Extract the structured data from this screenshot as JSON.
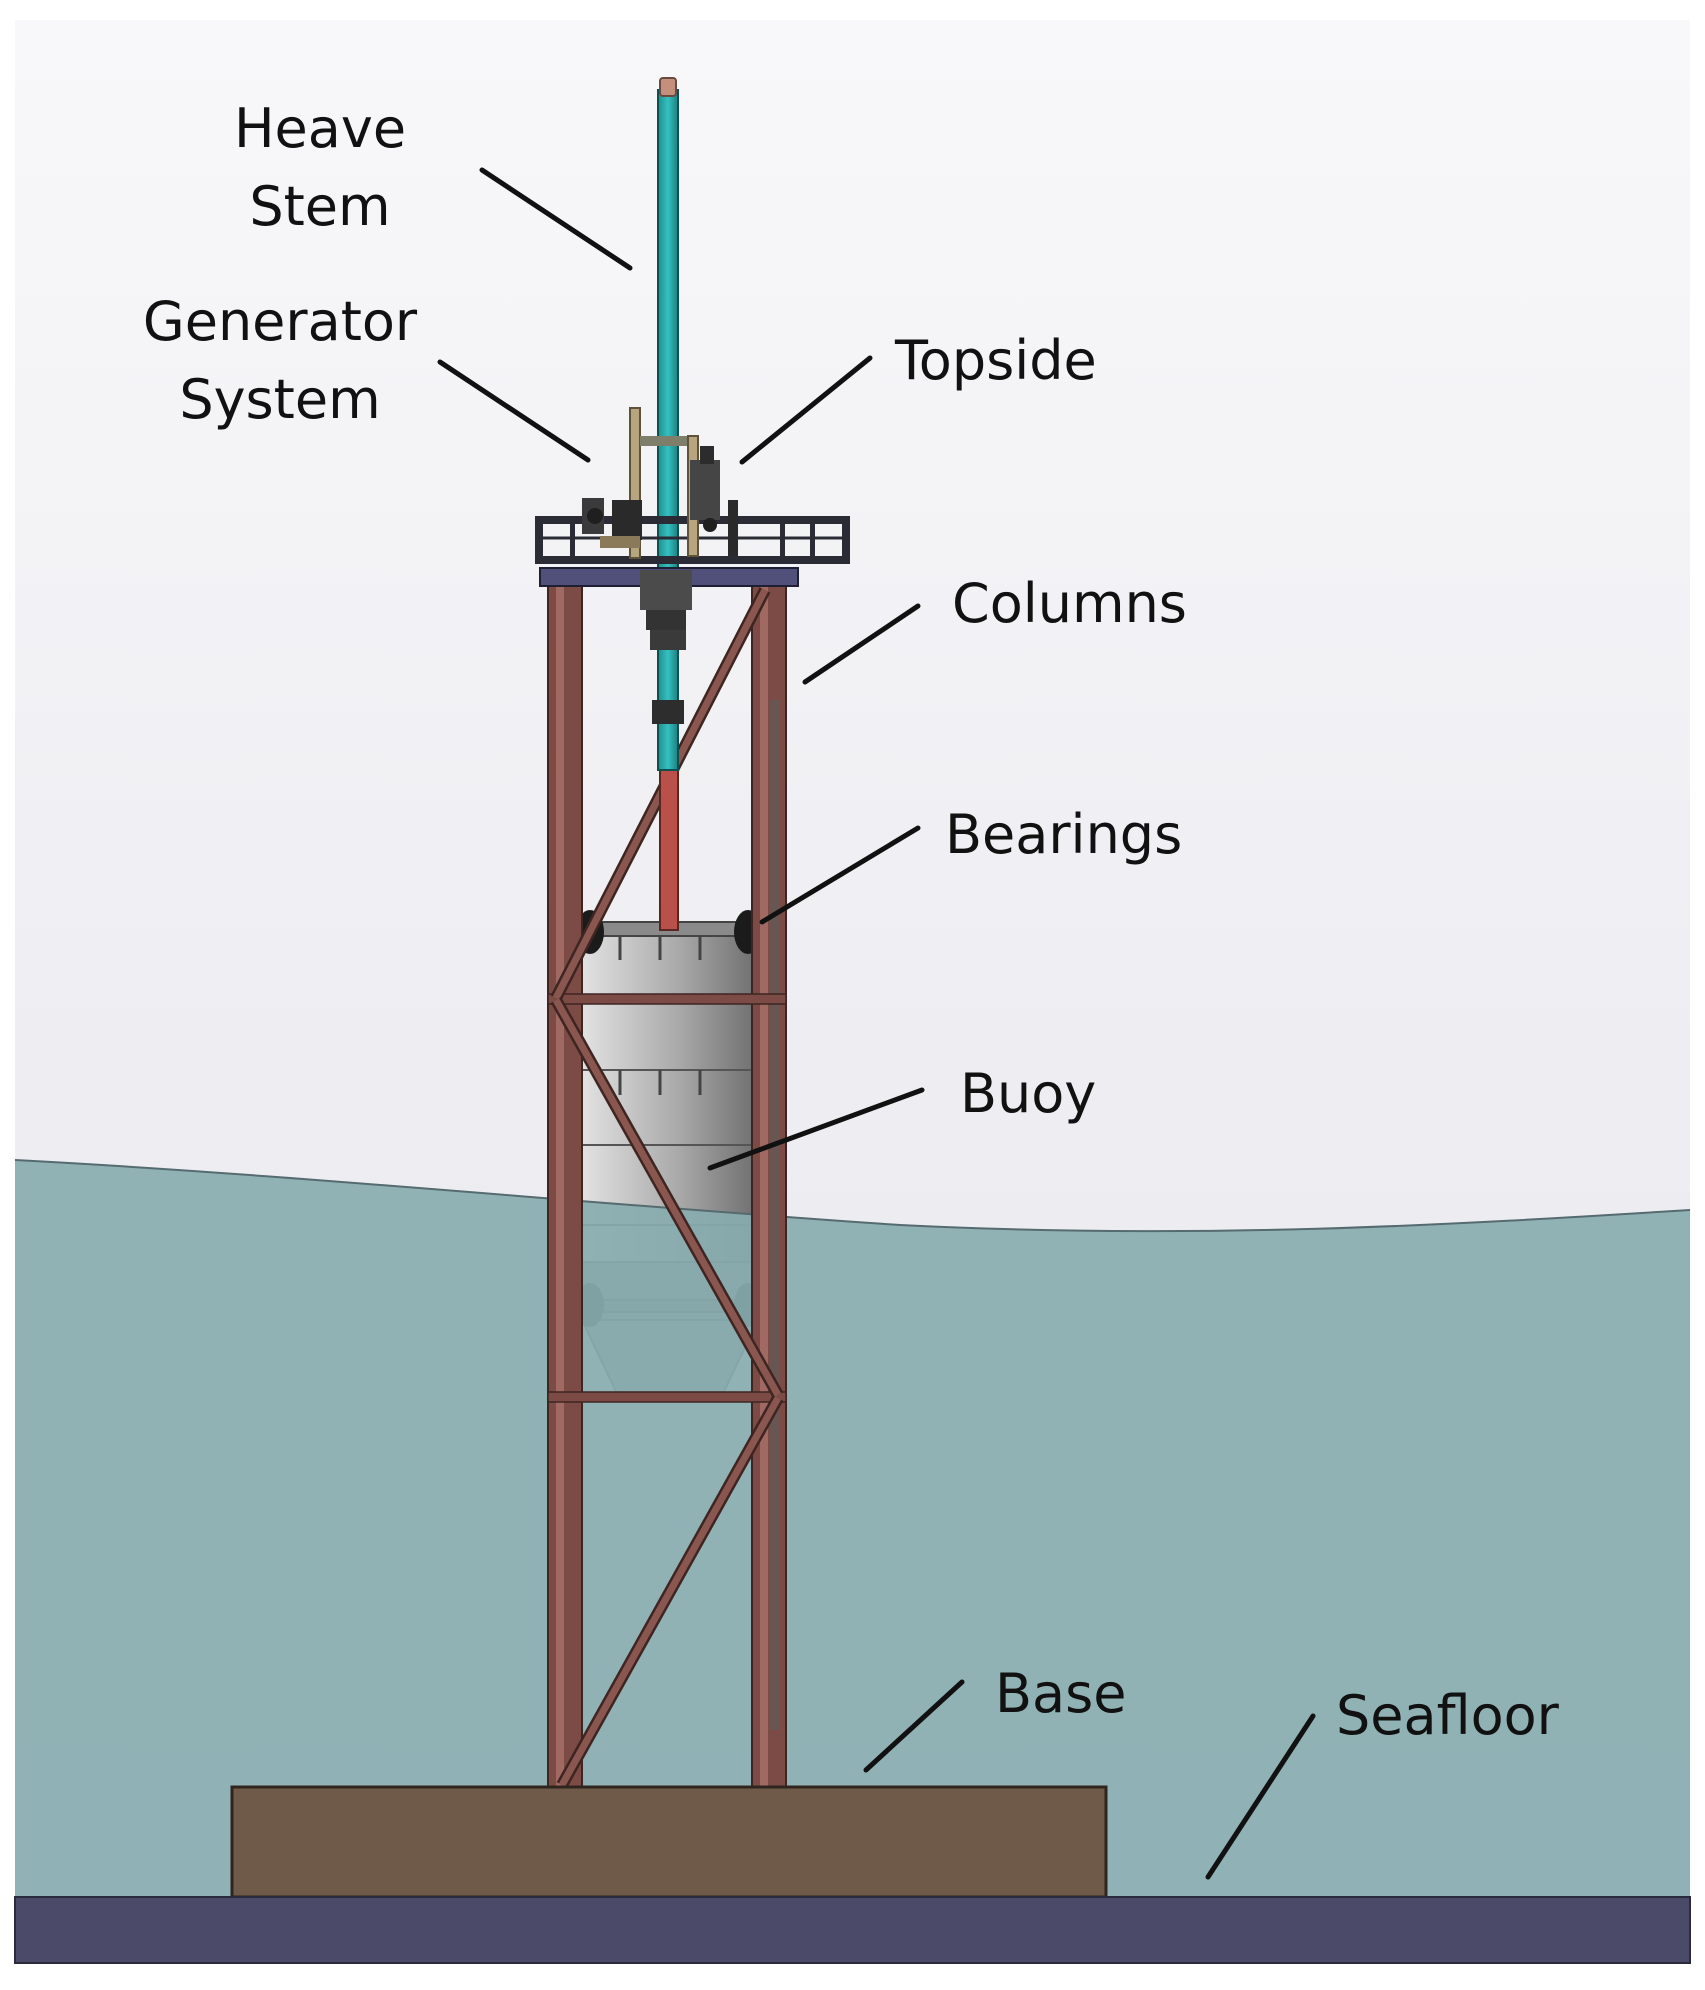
{
  "labels": {
    "heave_stem": [
      "Heave",
      "Stem"
    ],
    "generator_system": [
      "Generator",
      "System"
    ],
    "topside": "Topside",
    "columns": "Columns",
    "bearings": "Bearings",
    "buoy": "Buoy",
    "base": "Base",
    "seafloor": "Seafloor"
  },
  "colors": {
    "sky_top": "#f7f7f9",
    "sky_bottom": "#e7e7ed",
    "water": "#8aadb0",
    "seafloor": "#4a4a68",
    "base": "#6f5a4a",
    "columns": "#7b4a44",
    "heave_stem": "#2aa6a6",
    "buoy_light": "#d9d9d9",
    "buoy_dark": "#7c7c7c",
    "deck": "#3a3a48"
  }
}
